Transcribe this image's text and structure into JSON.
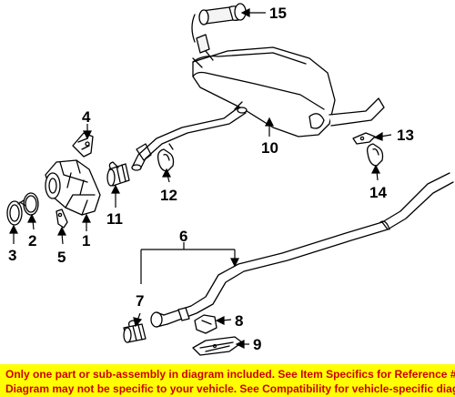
{
  "callouts": {
    "c1": "1",
    "c2": "2",
    "c3": "3",
    "c4": "4",
    "c5": "5",
    "c6": "6",
    "c7": "7",
    "c8": "8",
    "c9": "9",
    "c10": "10",
    "c11": "11",
    "c12": "12",
    "c13": "13",
    "c14": "14",
    "c15": "15"
  },
  "footer": {
    "line1": "Only one part or sub-assembly in diagram included. See Item Specifics for Reference #.",
    "line2": "Diagram may not be specific to your vehicle. See Compatibility for vehicle-specific diagrams."
  },
  "colors": {
    "banner_bg": "#ffff00",
    "banner_text": "#cc0000",
    "line_art": "#000000"
  }
}
